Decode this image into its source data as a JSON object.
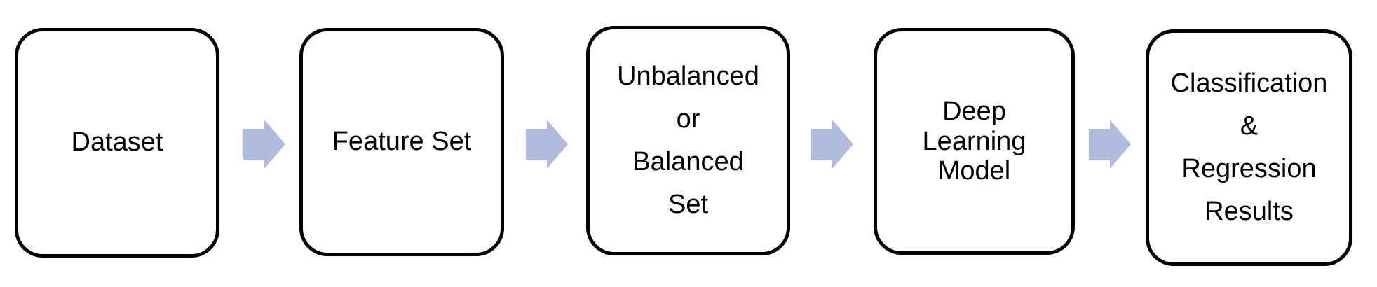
{
  "diagram": {
    "type": "flowchart",
    "direction": "left-to-right",
    "nodes": [
      {
        "id": "dataset",
        "lines": [
          "Dataset"
        ]
      },
      {
        "id": "feature-set",
        "lines": [
          "Feature Set"
        ]
      },
      {
        "id": "unbalanced-or-balanced-set",
        "lines": [
          "Unbalanced",
          "or",
          "Balanced",
          "Set"
        ]
      },
      {
        "id": "deep-learning-model",
        "lines": [
          "Deep",
          "Learning",
          "Model"
        ]
      },
      {
        "id": "classification-regression-results",
        "lines": [
          "Classification",
          "&",
          "Regression",
          "Results"
        ]
      }
    ],
    "connectors": [
      {
        "from": "dataset",
        "to": "feature-set",
        "shape": "block-arrow-right"
      },
      {
        "from": "feature-set",
        "to": "unbalanced-or-balanced-set",
        "shape": "block-arrow-right"
      },
      {
        "from": "unbalanced-or-balanced-set",
        "to": "deep-learning-model",
        "shape": "block-arrow-right"
      },
      {
        "from": "deep-learning-model",
        "to": "classification-regression-results",
        "shape": "block-arrow-right"
      }
    ],
    "colors": {
      "background": "#ffffff",
      "box_background": "#ffffff",
      "box_border": "#000000",
      "text": "#000000",
      "arrow_fill": "#b0bcde"
    }
  }
}
